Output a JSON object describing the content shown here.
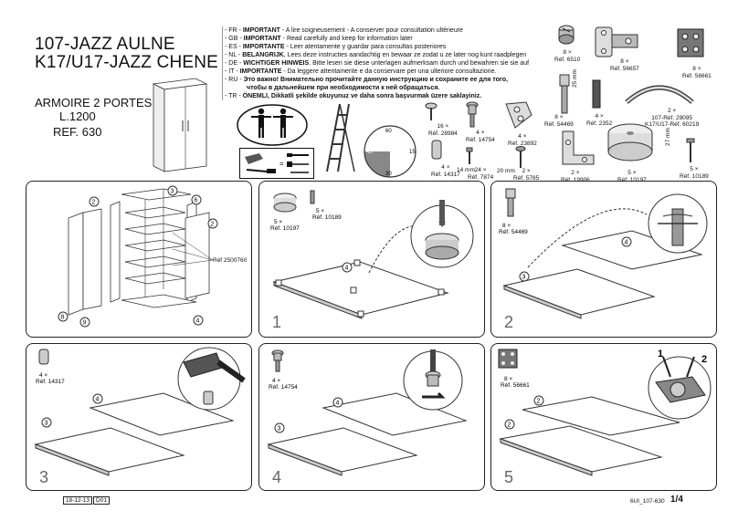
{
  "header": {
    "title_line1": "107-JAZZ AULNE",
    "title_line2": "K17/U17-JAZZ CHENE",
    "product": "ARMOIRE 2 PORTES",
    "size": "L.1200",
    "ref": "REF. 630"
  },
  "warnings": [
    {
      "lang": "- FR -",
      "bold": "IMPORTANT",
      "text": " - A lire soigneusement - A conserver pour consultation ultérieure"
    },
    {
      "lang": "- GB -",
      "bold": "IMPORTANT",
      "text": " - Read carefully and keep for information later"
    },
    {
      "lang": "- ES -",
      "bold": "IMPORTANTE",
      "text": " - Leer atentamente y guardar para consultas posteriores"
    },
    {
      "lang": "- NL -",
      "bold": "BELANGRIJK",
      "text": ", Lees deze instructies aandachtig en bewaar ze zodat u ze later nog kunt raadplegen"
    },
    {
      "lang": "- DE -",
      "bold": "WICHTIGER HINWEIS",
      "text": ". Bitte lesen sie diese unterlagen aufmerksam durch und bewahren sie sie auf"
    },
    {
      "lang": "- IT -",
      "bold": "IMPORTANTE",
      "text": " - Da leggere attentamente e da conservare per una ulteriore consultazione."
    },
    {
      "lang": "- RU -",
      "bold": "",
      "text": "Это важно! Внимательно прочитайте данную инструкцию и сохраните ее для того,"
    },
    {
      "lang": "",
      "bold": "",
      "text": "чтобы в дальнейшем при необходимости к ней обращаться."
    },
    {
      "lang": "- TR -",
      "bold": "",
      "text": "ÖNEMLI, Dikkatli şekilde okuyunuz ve daha sonra başvurmak üzere saklayiniz."
    }
  ],
  "clock": {
    "n60": "60",
    "n15": "15",
    "n45": "45",
    "n30": "30"
  },
  "parts": [
    {
      "qty": "8 ×",
      "ref": "Réf. 6510"
    },
    {
      "qty": "8 ×",
      "ref": "Réf. 56657"
    },
    {
      "qty": "8 ×",
      "ref": "Réf. 56661"
    },
    {
      "qty": "16 ×",
      "ref": "Réf. 28984"
    },
    {
      "qty": "4 ×",
      "ref": "Réf. 14754"
    },
    {
      "qty": "4 ×",
      "ref": "Réf. 23892"
    },
    {
      "qty": "8 ×",
      "ref": "Réf. 54469"
    },
    {
      "qty": "4 ×",
      "ref": "Réf. 2352"
    },
    {
      "qty": "2 ×",
      "ref": "107-Réf. 29095"
    },
    {
      "qty": "",
      "ref": "K17/U17-Réf. 60219"
    },
    {
      "qty": "4 ×",
      "ref": "Réf. 14317"
    },
    {
      "qty": "24 ×",
      "ref": "Réf. 7874"
    },
    {
      "qty": "2 ×",
      "ref": "Réf. 5785"
    },
    {
      "qty": "2 ×",
      "ref": "Réf. 19906"
    },
    {
      "qty": "5 ×",
      "ref": "Réf. 10197"
    },
    {
      "qty": "5 ×",
      "ref": "Réf. 10189"
    }
  ],
  "dims": {
    "d25": "25 mm",
    "d14": "14 mm",
    "d20": "20 mm",
    "d27": "27 mm"
  },
  "exploded": {
    "ref": "Réf 2500760",
    "labels": [
      "2",
      "3",
      "6",
      "2",
      "8",
      "9",
      "4"
    ]
  },
  "steps": [
    {
      "num": "1",
      "parts": [
        {
          "qty": "5 ×",
          "ref": "Réf. 10197"
        },
        {
          "qty": "5 ×",
          "ref": "Réf. 10189"
        }
      ],
      "callout": "4"
    },
    {
      "num": "2",
      "parts": [
        {
          "qty": "8 ×",
          "ref": "Réf. 54469"
        }
      ],
      "callout_a": "4",
      "callout_b": "3"
    },
    {
      "num": "3",
      "parts": [
        {
          "qty": "4 ×",
          "ref": "Réf. 14317"
        }
      ],
      "callout_a": "4",
      "callout_b": "3"
    },
    {
      "num": "4",
      "parts": [
        {
          "qty": "4 ×",
          "ref": "Réf. 14754"
        }
      ],
      "callout_a": "4",
      "callout_b": "3"
    },
    {
      "num": "5",
      "parts": [
        {
          "qty": "8 ×",
          "ref": "Réf. 56661"
        }
      ],
      "callout_a": "2",
      "callout_b": "2",
      "detail_1": "1",
      "detail_2": "2"
    }
  ],
  "footer": {
    "date": "18-12-13",
    "rev": "D01",
    "code": "6UI_107-630",
    "page": "1/4"
  }
}
